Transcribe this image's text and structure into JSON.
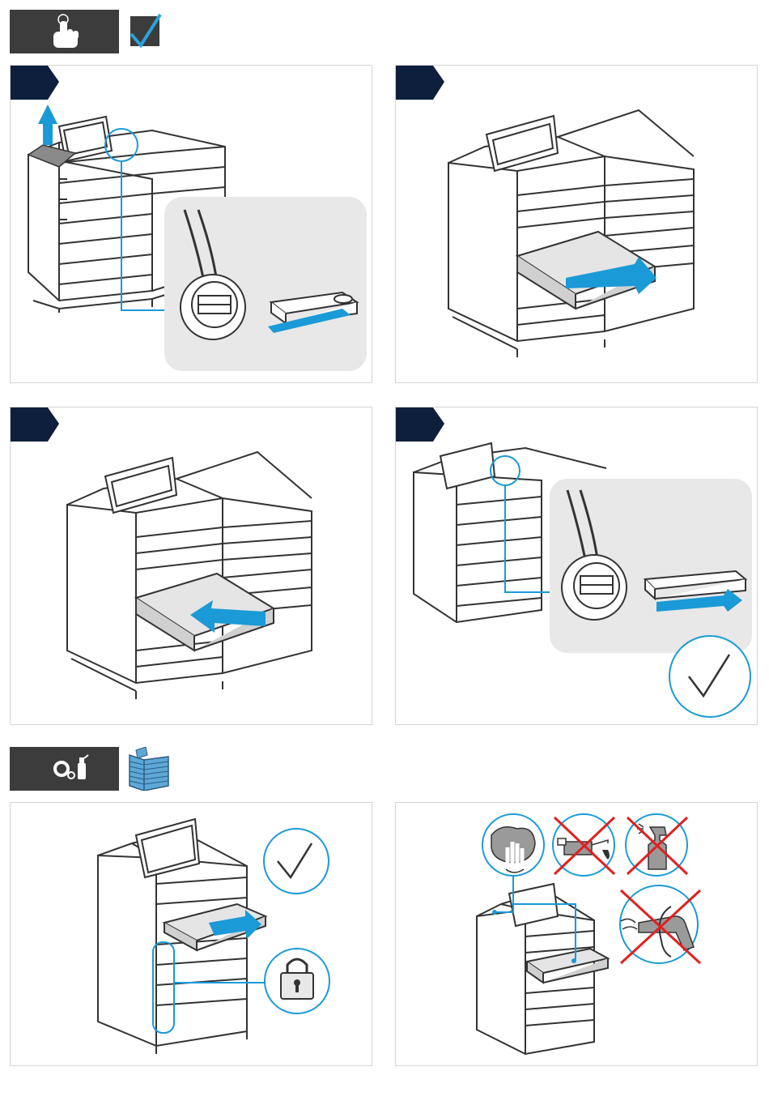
{
  "header_top": {
    "tag_icon": "hand-tap-icon",
    "badge_icon": "checkmark-icon"
  },
  "header_bottom": {
    "tag_icon": "gear-spray-icon",
    "badge_icon": "cabinet-icon"
  },
  "colors": {
    "tag_bg": "#3c3c3c",
    "step_flag": "#0e1f3d",
    "accent_blue": "#1a9ad6",
    "panel_border": "#d4d4d4",
    "callout_bg": "#e8e8e8",
    "prohibit_red": "#e02020"
  },
  "panels": [
    {
      "id": "step-1",
      "content": "lift-cover-insert-key",
      "icons": [
        "arrow-up-icon",
        "key-icon",
        "arrow-left-icon"
      ]
    },
    {
      "id": "step-2",
      "content": "pull-drawer-out",
      "icons": [
        "arrow-right-icon"
      ]
    },
    {
      "id": "step-3",
      "content": "push-drawer-in",
      "icons": [
        "arrow-left-icon"
      ]
    },
    {
      "id": "step-4",
      "content": "remove-key-confirm",
      "icons": [
        "key-icon",
        "arrow-right-icon",
        "checkmark-icon"
      ]
    },
    {
      "id": "maint-1",
      "content": "drawer-lock",
      "icons": [
        "checkmark-icon",
        "padlock-icon"
      ]
    },
    {
      "id": "maint-2",
      "content": "cleaning-rules",
      "icons": [
        "cloth-wipe-icon",
        "oil-can-prohibited-icon",
        "spray-bottle-prohibited-icon",
        "air-gun-prohibited-icon"
      ]
    }
  ]
}
